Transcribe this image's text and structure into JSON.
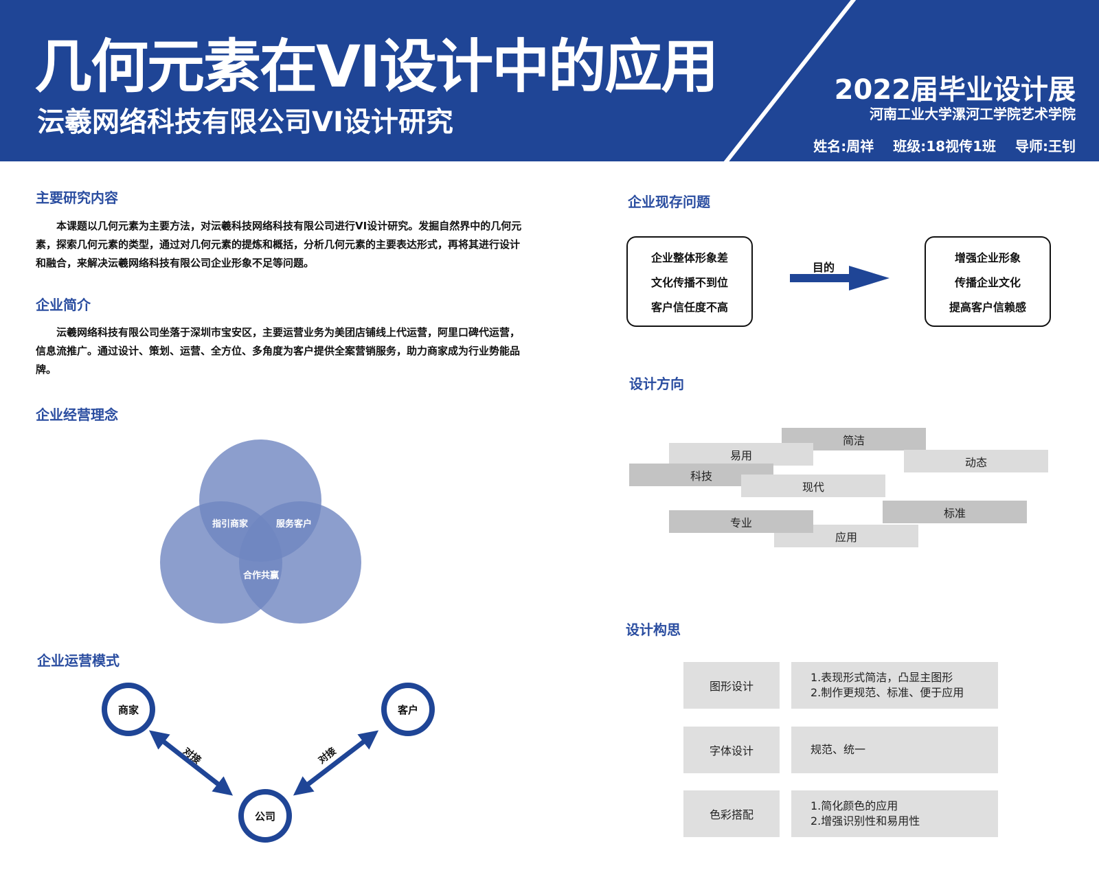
{
  "header": {
    "title": "几何元素在VI设计中的应用",
    "subtitle": "沄羲网络科技有限公司VI设计研究",
    "exhibition": "2022届毕业设计展",
    "school": "河南工业大学漯河工学院艺术学院",
    "name": "姓名:周祥",
    "class": "班级:18视传1班",
    "advisor": "导师:王钊",
    "color": "#1f4596"
  },
  "research": {
    "heading": "主要研究内容",
    "text": "本课题以几何元素为主要方法，对沄羲科技网络科技有限公司进行VI设计研究。发掘自然界中的几何元素，探索几何元素的类型，通过对几何元素的提炼和概括，分析几何元素的主要表达形式，再将其进行设计和融合，来解决沄羲网络科技有限公司企业形象不足等问题。"
  },
  "intro": {
    "heading": "企业简介",
    "text": "沄羲网络科技有限公司坐落于深圳市宝安区，主要运营业务为美团店铺线上代运营，阿里口碑代运营，信息流推广。通过设计、策划、运营、全方位、多角度为客户提供全案营销服务，助力商家成为行业势能品牌。"
  },
  "philosophy": {
    "heading": "企业经营理念",
    "labels": [
      "指引商家",
      "服务客户",
      "合作共赢"
    ]
  },
  "operation": {
    "heading": "企业运营模式",
    "nodes": [
      "商家",
      "客户",
      "公司"
    ],
    "link_label": "对接"
  },
  "problems": {
    "heading": "企业现存问题",
    "issues": [
      "企业整体形象差",
      "文化传播不到位",
      "客户信任度不高"
    ],
    "arrow_label": "目的",
    "goals": [
      "增强企业形象",
      "传播企业文化",
      "提高客户信赖感"
    ]
  },
  "direction": {
    "heading": "设计方向",
    "tags": [
      "简洁",
      "易用",
      "动态",
      "科技",
      "现代",
      "应用",
      "专业",
      "标准"
    ]
  },
  "concept": {
    "heading": "设计构思",
    "rows": [
      {
        "label": "图形设计",
        "lines": [
          "1.表现形式简洁，凸显主图形",
          "2.制作更规范、标准、便于应用"
        ]
      },
      {
        "label": "字体设计",
        "lines": [
          "规范、统一"
        ]
      },
      {
        "label": "色彩搭配",
        "lines": [
          "1.简化颜色的应用",
          "2.增强识别性和易用性"
        ]
      }
    ]
  }
}
